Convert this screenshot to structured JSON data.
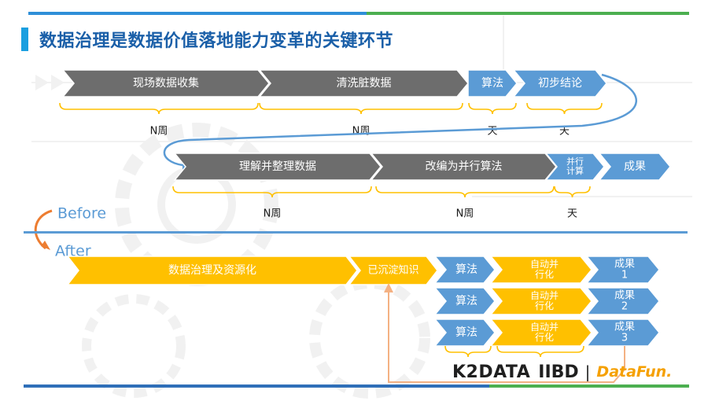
{
  "title": "数据治理是数据价值落地能力变革的关键环节",
  "labels": {
    "before": "Before",
    "after": "After"
  },
  "colors": {
    "gray": "#6d6d6d",
    "blue": "#5b9bd5",
    "orange": "#ffc000",
    "orange_line": "#f4b183",
    "brace": "#ffc000",
    "label_blue": "#5b9bd5",
    "title_blue": "#1a5fa8"
  },
  "before": {
    "row1": {
      "steps": [
        "现场数据收集",
        "清洗脏数据",
        "算法",
        "初步结论"
      ],
      "durations": [
        "N周",
        "N周",
        "天",
        "天"
      ]
    },
    "row2": {
      "steps": [
        "理解并整理数据",
        "改编为并行算法",
        "并行计算",
        "成果"
      ],
      "durations": [
        "N周",
        "N周",
        "天"
      ]
    }
  },
  "after": {
    "main_steps": [
      "数据治理及资源化",
      "已沉淀知识"
    ],
    "rows": [
      {
        "algo": "算法",
        "auto": "自动并行化",
        "result": "成果1"
      },
      {
        "algo": "算法",
        "auto": "自动并行化",
        "result": "成果2"
      },
      {
        "algo": "算法",
        "auto": "自动并行化",
        "result": "成果3"
      }
    ]
  },
  "logos": {
    "k2data": "K2DATA",
    "iibd": "IIBD",
    "sep": "|",
    "datafun": "DataFun."
  }
}
